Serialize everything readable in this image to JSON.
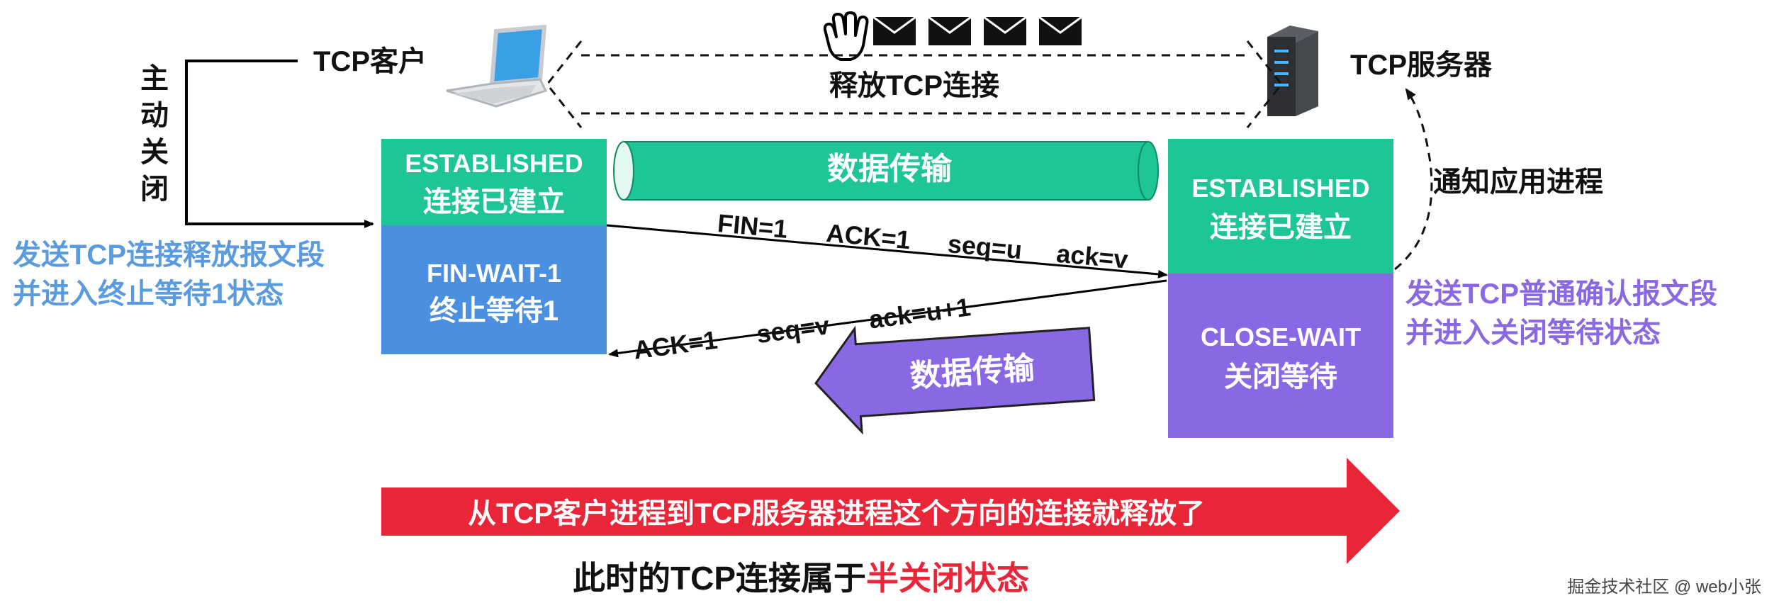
{
  "labels": {
    "active_close": "主动关闭",
    "tcp_client": "TCP客户",
    "tcp_server": "TCP服务器",
    "release_conn": "释放TCP连接",
    "notify_app": "通知应用进程",
    "client_action": [
      "发送TCP连接释放报文段",
      "并进入终止等待1状态"
    ],
    "server_action": [
      "发送TCP普通确认报文段",
      "并进入关闭等待状态"
    ],
    "data_transfer_top": "数据传输",
    "data_transfer_bottom": "数据传输",
    "half_close_banner": "从TCP客户进程到TCP服务器进程这个方向的连接就释放了",
    "summary_prefix": "此时的TCP连接属于",
    "summary_highlight": "半关闭状态",
    "watermark": "掘金技术社区 @ web小张"
  },
  "client_states": [
    {
      "name": "ESTABLISHED",
      "desc": "连接已建立"
    },
    {
      "name": "FIN-WAIT-1",
      "desc": "终止等待1"
    }
  ],
  "server_states": [
    {
      "name": "ESTABLISHED",
      "desc": "连接已建立"
    },
    {
      "name": "CLOSE-WAIT",
      "desc": "关闭等待"
    }
  ],
  "segments": {
    "fin": [
      "FIN=1",
      "ACK=1",
      "seq=u",
      "ack=v"
    ],
    "ack": [
      "ACK=1",
      "seq=v",
      "ack=u+1"
    ]
  },
  "colors": {
    "established": "#1dc597",
    "fin_wait": "#4a8fe0",
    "close_wait": "#8a68e4",
    "client_text": "#5a9be0",
    "server_text": "#8a68e4",
    "banner": "#e82638",
    "highlight": "#e82638"
  }
}
